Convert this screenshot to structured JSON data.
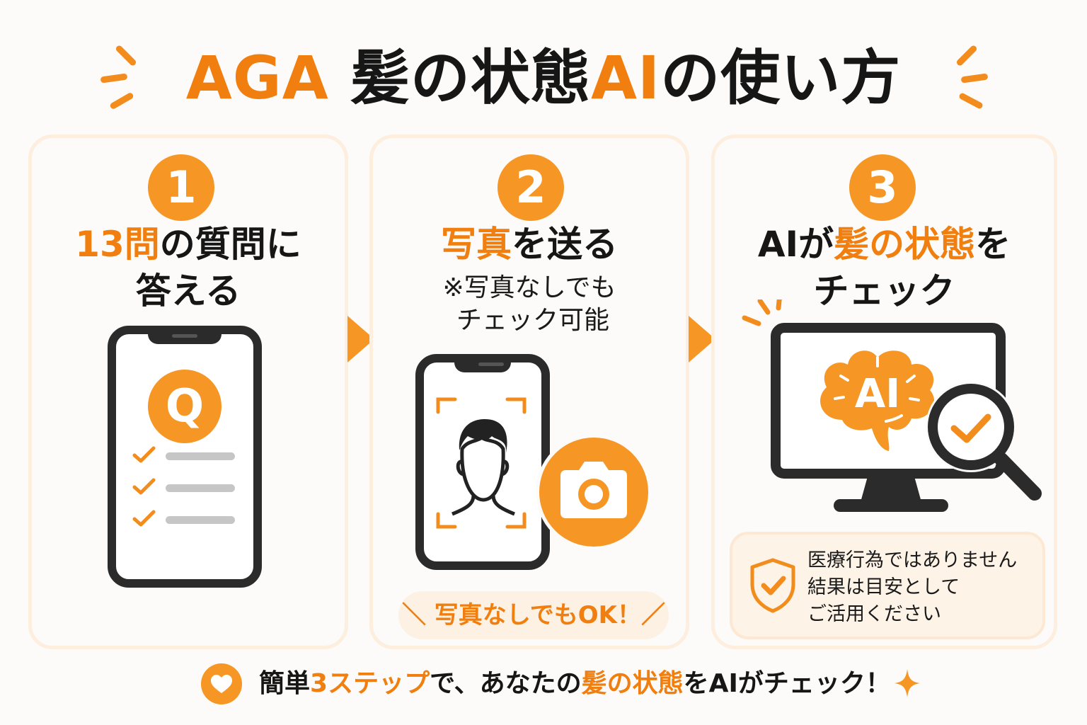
{
  "title": {
    "part1": "AGA",
    "part2": "髪の状態",
    "part3": "AI",
    "part4": "の使い方"
  },
  "colors": {
    "accent": "#f59625",
    "accent_text": "#f07f10",
    "card_border": "#fdeedd",
    "dark": "#2b2b2b",
    "background": "#fcfbf9"
  },
  "steps": [
    {
      "number": "1",
      "heading_accent": "13問",
      "heading_rest": "の質問に",
      "heading_line2": "答える",
      "illustration": {
        "type": "phone-questionnaire",
        "badge": "Q",
        "checklist_items": 3
      }
    },
    {
      "number": "2",
      "heading_accent": "写真",
      "heading_rest": "を送る",
      "note_line1": "※写真なしでも",
      "note_line2": "チェック可能",
      "illustration": {
        "type": "phone-face-scan",
        "icon": "camera-icon"
      },
      "badge": "＼ 写真なしでもOK！／"
    },
    {
      "number": "3",
      "heading_pre": "AIが",
      "heading_accent": "髪の状態",
      "heading_post": "を",
      "heading_line2": "チェック",
      "illustration": {
        "type": "monitor-ai-brain",
        "brain_label": "AI",
        "icon": "magnifier-check-icon"
      },
      "notice": {
        "line1": "医療行為ではありません",
        "line2": "結果は目安として",
        "line3": "ご活用ください",
        "icon": "shield-check-icon"
      }
    }
  ],
  "footer": {
    "part1": "簡単",
    "part2": "3ステップ",
    "part3": "で、あなたの",
    "part4": "髪の状態",
    "part5": "をAIがチェック！",
    "left_icon": "heart-icon",
    "right_icon": "sparkle-icon"
  }
}
